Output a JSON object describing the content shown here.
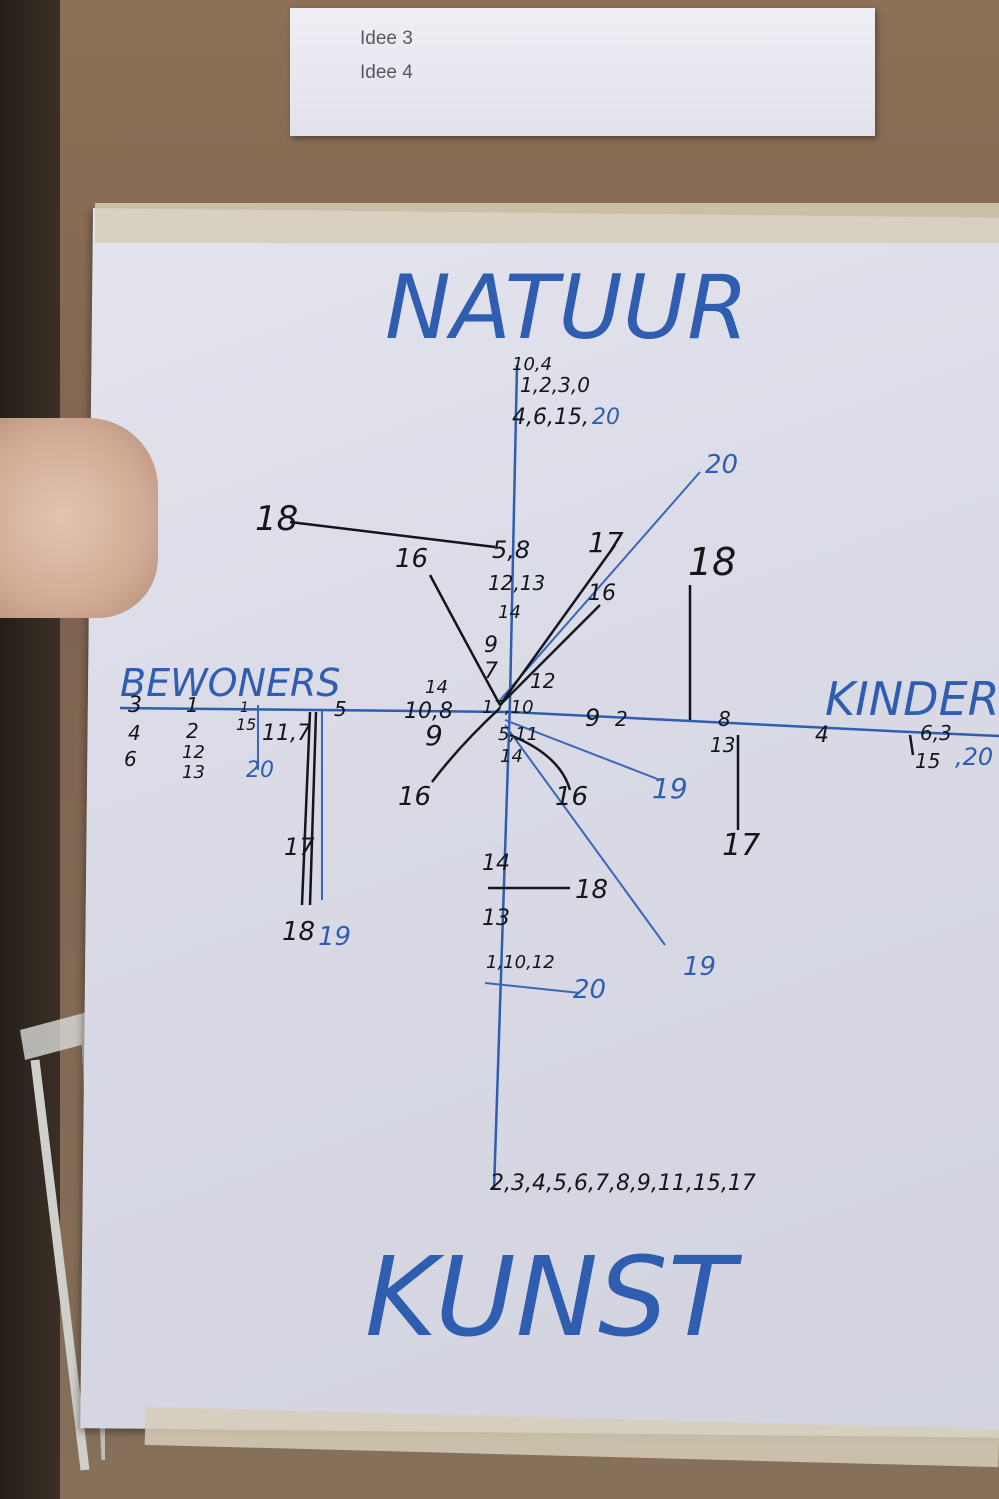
{
  "note": {
    "lines": [
      "Idee 3",
      "Idee 4"
    ]
  },
  "poster": {
    "top_label": "NATUUR",
    "bottom_label": "KUNST",
    "left_label": "BEWONERS",
    "right_label": "KINDERE",
    "marks": [
      {
        "text": "10,4"
      },
      {
        "text": "1,2,3,0"
      },
      {
        "text": "4,6,15,"
      },
      {
        "text": "20"
      },
      {
        "text": "20"
      },
      {
        "text": "18"
      },
      {
        "text": "16"
      },
      {
        "text": "5,8"
      },
      {
        "text": "17"
      },
      {
        "text": "12,13"
      },
      {
        "text": "16"
      },
      {
        "text": "14"
      },
      {
        "text": "18"
      },
      {
        "text": "9"
      },
      {
        "text": "7"
      },
      {
        "text": "12"
      },
      {
        "text": "14"
      },
      {
        "text": "10,8"
      },
      {
        "text": "9"
      },
      {
        "text": "17,10"
      },
      {
        "text": "5"
      },
      {
        "text": "9"
      },
      {
        "text": "2"
      },
      {
        "text": "8"
      },
      {
        "text": "13"
      },
      {
        "text": "4"
      },
      {
        "text": "6,3"
      },
      {
        "text": "15"
      },
      {
        "text": ",20"
      },
      {
        "text": "5,11"
      },
      {
        "text": "14"
      },
      {
        "text": "16"
      },
      {
        "text": "16"
      },
      {
        "text": "19"
      },
      {
        "text": "17"
      },
      {
        "text": "3"
      },
      {
        "text": "1"
      },
      {
        "text": "4"
      },
      {
        "text": "2"
      },
      {
        "text": "6"
      },
      {
        "text": "12"
      },
      {
        "text": "13"
      },
      {
        "text": "1"
      },
      {
        "text": "15"
      },
      {
        "text": "20"
      },
      {
        "text": "11,7"
      },
      {
        "text": "17"
      },
      {
        "text": "18"
      },
      {
        "text": "19"
      },
      {
        "text": "14"
      },
      {
        "text": "18"
      },
      {
        "text": "13"
      },
      {
        "text": "1,10,12"
      },
      {
        "text": "20"
      },
      {
        "text": "19"
      },
      {
        "text": "2,3,4,5,6,7,8,9,11,15,17"
      }
    ]
  }
}
